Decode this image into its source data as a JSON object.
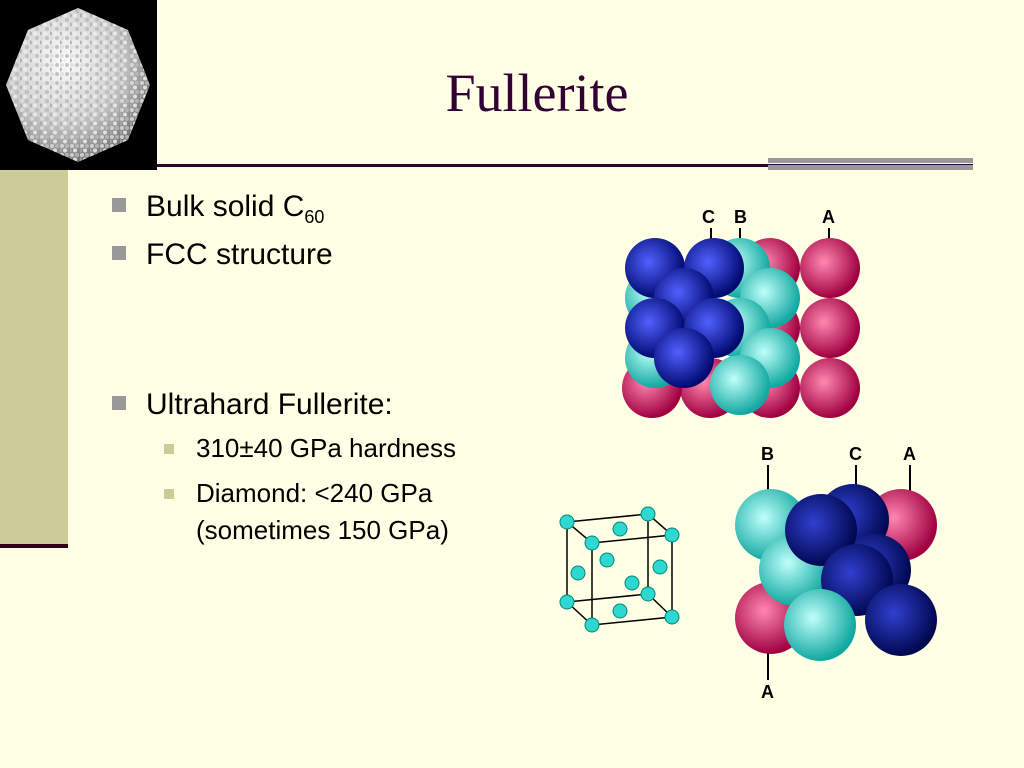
{
  "slide": {
    "title": "Fullerite",
    "bullets": [
      {
        "text": "Bulk solid C",
        "sub": "60"
      },
      {
        "text": "FCC structure"
      },
      {
        "text": "Ultrahard Fullerite:"
      }
    ],
    "sub_bullets": [
      {
        "text": "310±40 GPa hardness"
      },
      {
        "text_line1": "Diamond: <240 GPa",
        "text_line2": "(sometimes 150 GPa)"
      }
    ]
  },
  "figures": {
    "top_stack_labels": {
      "c": "C",
      "b": "B",
      "a": "A"
    },
    "bottom_stack_labels": {
      "b": "B",
      "c": "C",
      "a_top": "A",
      "a_bottom": "A"
    }
  },
  "colors": {
    "layer_a": "#d8145a",
    "layer_b": "#2ed8d0",
    "layer_c": "#0a1a9c"
  }
}
